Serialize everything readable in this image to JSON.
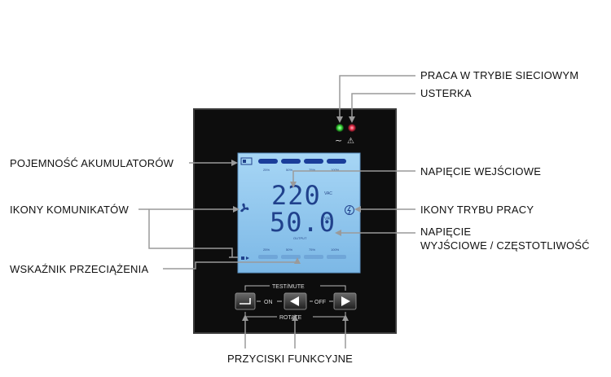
{
  "labels": {
    "online_mode": "PRACA W TRYBIE SIECIOWYM",
    "fault": "USTERKA",
    "battery_capacity": "POJEMNOŚĆ AKUMULATORÓW",
    "input_voltage": "NAPIĘCIE WEJŚCIOWE",
    "message_icons": "IKONY KOMUNIKATÓW",
    "work_mode_icons": "IKONY TRYBU PRACY",
    "output_voltage_line1": "NAPIĘCIE",
    "output_voltage_line2": "WYJŚCIOWE / CZĘSTOTLIWOŚĆ",
    "overload_indicator": "WSKAŹNIK PRZECIĄŻENIA",
    "function_buttons": "PRZYCISKI FUNKCYJNE"
  },
  "lcd": {
    "input_value": "220",
    "output_value": "50.0",
    "unit": "VAC",
    "output_caption": "OUTPUT",
    "battery_ticks": [
      "25%",
      "50%",
      "75%",
      "100%"
    ],
    "load_ticks": [
      "25%",
      "50%",
      "75%",
      "100%"
    ]
  },
  "buttons": {
    "test_mute": "TEST/MUTE",
    "on": "ON",
    "off": "OFF",
    "rotate": "ROTATE"
  },
  "leds": {
    "line_color": "#3ddc3d",
    "fault_color": "#e8304a",
    "line_symbol": "~",
    "fault_symbol": "⚠"
  },
  "colors": {
    "lcd_background": "#8ec6ee",
    "segment": "#20418c",
    "leader_line": "#9a9a9a"
  }
}
